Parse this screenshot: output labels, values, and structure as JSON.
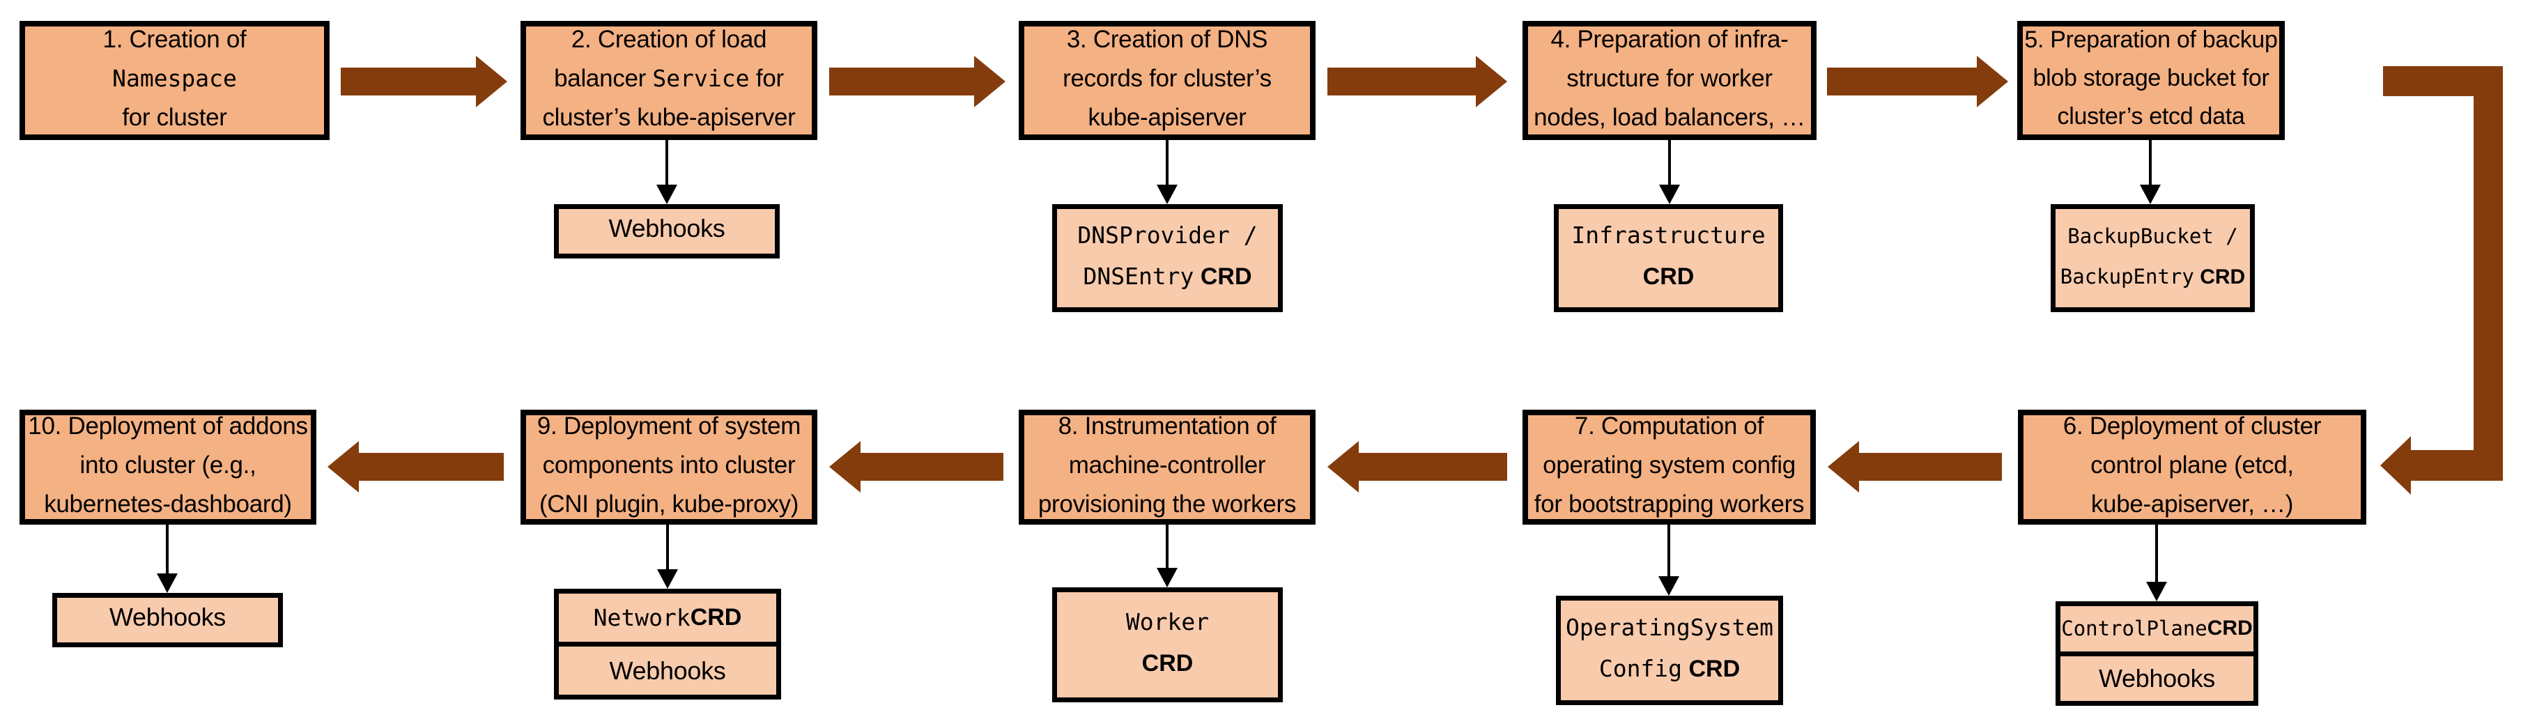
{
  "colors": {
    "box_fill": "#F4B183",
    "subbox_fill": "#F8CBAD",
    "arrow": "#843C0C",
    "border": "#000000",
    "bg": "#FFFFFF"
  },
  "steps": [
    {
      "name": "create-namespace",
      "main_lines": [
        {
          "a": "1. Creation of"
        },
        {
          "a": "Namespace"
        },
        {
          "a": "for cluster"
        }
      ],
      "sub_rows": []
    },
    {
      "name": "create-lb-service",
      "main_lines": [
        {
          "a": "2. Creation of load"
        },
        {
          "a": "balancer ",
          "b": "Service",
          "c": " for"
        },
        {
          "a": "cluster’s kube-apiserver"
        }
      ],
      "sub_rows": [
        {
          "a": "Webhooks"
        }
      ]
    },
    {
      "name": "create-dns-records",
      "main_lines": [
        {
          "a": "3. Creation of DNS"
        },
        {
          "a": "records for cluster’s"
        },
        {
          "a": "kube-apiserver"
        }
      ],
      "sub_rows": [
        {
          "a": "DNSProvider /"
        },
        {
          "a": "DNSEntry",
          "b": " CRD"
        }
      ]
    },
    {
      "name": "prepare-infrastructure",
      "main_lines": [
        {
          "a": "4. Preparation of infra-"
        },
        {
          "a": "structure for worker"
        },
        {
          "a": "nodes, load balancers, …"
        }
      ],
      "sub_rows": [
        {
          "a": "Infrastructure"
        },
        {
          "b": "CRD"
        }
      ]
    },
    {
      "name": "prepare-backup-bucket",
      "main_lines": [
        {
          "a": "5. Preparation of backup"
        },
        {
          "a": "blob storage bucket for"
        },
        {
          "a": "cluster’s etcd data"
        }
      ],
      "sub_rows": [
        {
          "a": "BackupBucket /"
        },
        {
          "a": "BackupEntry",
          "b": " CRD"
        }
      ]
    },
    {
      "name": "deploy-control-plane",
      "main_lines": [
        {
          "a": "6. Deployment of cluster"
        },
        {
          "a": "control plane (etcd,"
        },
        {
          "a": "kube-apiserver, …)"
        }
      ],
      "sub_rows": [
        {
          "a": "ControlPlane",
          "b": " CRD"
        },
        {
          "a": "Webhooks"
        }
      ]
    },
    {
      "name": "compute-os-config",
      "main_lines": [
        {
          "a": "7. Computation of"
        },
        {
          "a": "operating system config"
        },
        {
          "a": "for bootstrapping workers"
        }
      ],
      "sub_rows": [
        {
          "a": "OperatingSystem"
        },
        {
          "a": "Config",
          "b": " CRD"
        }
      ]
    },
    {
      "name": "instrument-machine-controller",
      "main_lines": [
        {
          "a": "8. Instrumentation of"
        },
        {
          "a": "machine-controller"
        },
        {
          "a": "provisioning the workers"
        }
      ],
      "sub_rows": [
        {
          "a": "Worker"
        },
        {
          "b": "CRD"
        }
      ]
    },
    {
      "name": "deploy-system-components",
      "main_lines": [
        {
          "a": "9. Deployment of system"
        },
        {
          "a": "components into cluster"
        },
        {
          "a": "(CNI plugin, kube-proxy)"
        }
      ],
      "sub_rows": [
        {
          "a": "Network",
          "b": " CRD"
        },
        {
          "a": "Webhooks"
        }
      ]
    },
    {
      "name": "deploy-addons",
      "main_lines": [
        {
          "a": "10. Deployment of addons"
        },
        {
          "a": "into cluster (e.g.,"
        },
        {
          "a": "kubernetes-dashboard)"
        }
      ],
      "sub_rows": [
        {
          "a": "Webhooks"
        }
      ]
    }
  ]
}
